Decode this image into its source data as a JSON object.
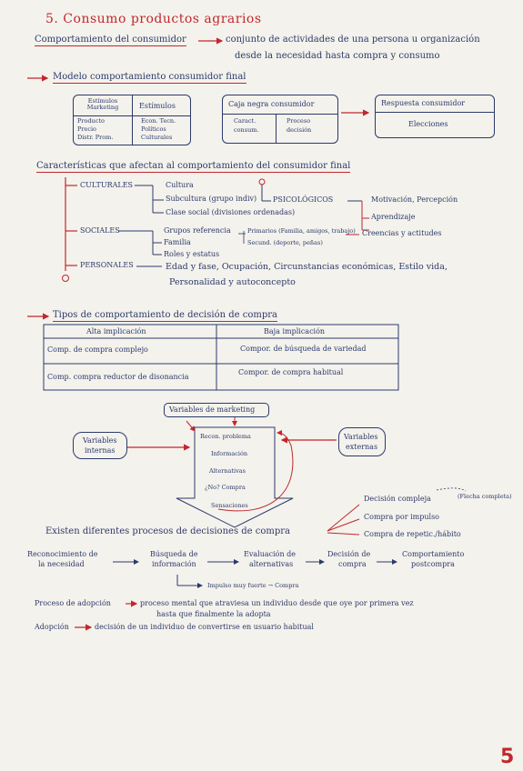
{
  "title": "5. Consumo productos agrarios",
  "page_number": "5",
  "definition": {
    "term": "Comportamiento del consumidor",
    "line1": "conjunto de actividades de una persona u organización",
    "line2": "desde la necesidad hasta compra y consumo"
  },
  "model": {
    "heading": "Modelo comportamiento consumidor final",
    "stimuli": {
      "h1": "Estímulos Marketing",
      "h2": "Estímulos",
      "c1": [
        "Producto",
        "Precio",
        "Distr. Prom."
      ],
      "c2": [
        "Econ. Tecn.",
        "Políticos",
        "Culturales"
      ]
    },
    "blackbox": {
      "title": "Caja negra consumidor",
      "c1": [
        "Caract.",
        "consum."
      ],
      "c2": [
        "Proceso",
        "decisión"
      ]
    },
    "response": {
      "title": "Respuesta consumidor",
      "value": "Elecciones"
    }
  },
  "characteristics": {
    "heading": "Características que afectan al comportamiento del consumidor final",
    "culturales": {
      "label": "Culturales",
      "items": [
        "Cultura",
        "Subcultura (grupo indiv)",
        "Clase social (divisiones ordenadas)"
      ]
    },
    "psicologicos": {
      "label": "Psicológicos",
      "items": [
        "Motivación, Percepción",
        "Aprendizaje",
        "Creencias y actitudes"
      ]
    },
    "sociales": {
      "label": "Sociales",
      "items": [
        "Grupos referencia",
        "Familia",
        "Roles y estatus"
      ],
      "primarios": "Primarios (Familia, amigos, trabajo)",
      "secundarios": "Secund. (deporte, peñas)"
    },
    "personales": {
      "label": "Personales",
      "line1": "Edad y fase, Ocupación, Circunstancias económicas, Estilo vida,",
      "line2": "Personalidad y autoconcepto"
    }
  },
  "types": {
    "heading": "Tipos de comportamiento de decisión de compra",
    "headers": [
      "Alta implicación",
      "Baja implicación"
    ],
    "rows": [
      [
        "Comp. de compra complejo",
        "Compor. de búsqueda de variedad"
      ],
      [
        "Comp. compra reductor de disonancia",
        "Compor. de compra habitual"
      ]
    ]
  },
  "process": {
    "marketing": "Variables de marketing",
    "internas": [
      "Variables",
      "internas"
    ],
    "externas": [
      "Variables",
      "externas"
    ],
    "steps": [
      "Recon. problema",
      "Información",
      "Alternativas",
      "¿No? Compra",
      "Sensaciones"
    ],
    "existen": "Existen diferentes procesos de decisiones de compra",
    "decisions": [
      "Decisión compleja",
      "Compra por impulso",
      "Compra de repetic./hábito"
    ],
    "flecha": "(Flecha completa)"
  },
  "flow": {
    "steps": [
      [
        "Reconocimiento de",
        "la necesidad"
      ],
      [
        "Búsqueda de",
        "información"
      ],
      [
        "Evaluación de",
        "alternativas"
      ],
      [
        "Decisión de",
        "compra"
      ],
      [
        "Comportamiento",
        "postcompra"
      ]
    ],
    "impulso": "Impulso muy fuerte → Compra"
  },
  "adoption": {
    "term1": "Proceso de adopción",
    "def1a": "proceso mental que atraviesa un individuo desde que oye por primera vez",
    "def1b": "hasta que finalmente la adopta",
    "term2": "Adopción",
    "def2": "decisión de un individuo de convertirse en usuario habitual"
  },
  "colors": {
    "ink": "#2b3a6b",
    "accent": "#c1272d",
    "paper": "#f4f2ec"
  }
}
